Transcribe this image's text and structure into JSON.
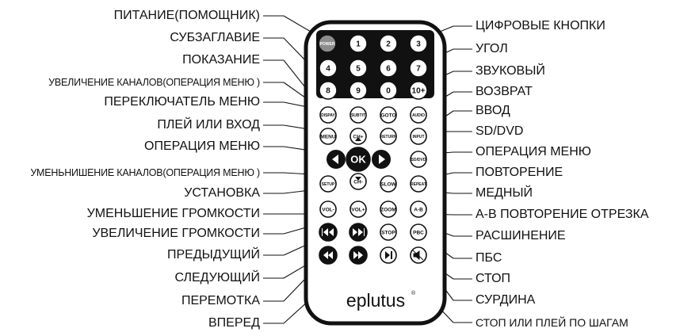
{
  "labels_left": [
    {
      "id": "power",
      "text": "ПИТАНИЕ(ПОМОЩНИК)"
    },
    {
      "id": "subtitle",
      "text": "СУБЗАГЛАВИЕ"
    },
    {
      "id": "display",
      "text": "ПОКАЗАНИЕ"
    },
    {
      "id": "ch-up",
      "text": "УВЕЛИЧЕНИЕ КАНАЛОВ(ОПЕРАЦИЯ МЕНЮ )"
    },
    {
      "id": "menu-switch",
      "text": "ПЕРЕКЛЮЧАТЕЛЬ МЕНЮ"
    },
    {
      "id": "play-enter",
      "text": "ПЛЕЙ ИЛИ ВХОД"
    },
    {
      "id": "menu-op-left",
      "text": "ОПЕРАЦИЯ МЕНЮ"
    },
    {
      "id": "ch-down",
      "text": "УМЕНЬНИШЕНИЕ КАНАЛОВ(ОПЕРАЦИЯ МЕНЮ )"
    },
    {
      "id": "setup",
      "text": "УСТАНОВКА"
    },
    {
      "id": "vol-down",
      "text": "УМЕНЬШЕНИЕ ГРОМКОСТИ"
    },
    {
      "id": "vol-up",
      "text": "УВЕЛИЧЕНИЕ ГРОМКОСТИ"
    },
    {
      "id": "prev",
      "text": "ПРЕДЫДУЩИЙ"
    },
    {
      "id": "next",
      "text": "СЛЕДУЮЩИЙ"
    },
    {
      "id": "rewind",
      "text": "ПЕРЕМОТКА"
    },
    {
      "id": "forward",
      "text": "ВПЕРЕД"
    }
  ],
  "labels_right": [
    {
      "id": "digits",
      "text": "ЦИФРОВЫЕ КНОПКИ"
    },
    {
      "id": "angle",
      "text": "УГОЛ"
    },
    {
      "id": "audio",
      "text": "ЗВУКОВЫЙ"
    },
    {
      "id": "goto",
      "text": "ВОЗВРАТ"
    },
    {
      "id": "input",
      "text": "ВВОД"
    },
    {
      "id": "sddvd",
      "text": "SD/DVD"
    },
    {
      "id": "menu-op-right",
      "text": "ОПЕРАЦИЯ МЕНЮ"
    },
    {
      "id": "repeat",
      "text": "ПОВТОРЕНИЕ"
    },
    {
      "id": "slow",
      "text": "МЕДНЫЙ"
    },
    {
      "id": "ab",
      "text": "A-B ПОВТОРЕНИЕ ОТРЕЗКА"
    },
    {
      "id": "zoom",
      "text": "РАСШИНЕНИЕ"
    },
    {
      "id": "pbc",
      "text": "ПБС"
    },
    {
      "id": "stop",
      "text": "СТОП"
    },
    {
      "id": "mute",
      "text": "СУРДИНА"
    },
    {
      "id": "step",
      "text": "СТОП ИЛИ ПЛЕЙ ПО ШАГАМ"
    }
  ],
  "remote": {
    "brand": "eplutus",
    "brand_mark": "®",
    "buttons": {
      "power": "POWER",
      "d1": "1",
      "d2": "2",
      "d3": "3",
      "d4": "4",
      "d5": "5",
      "d6": "6",
      "d7": "7",
      "d8": "8",
      "d9": "9",
      "d0": "0",
      "d10": "10+",
      "display": "DISPAY",
      "subtitle": "SUBTIT",
      "goto": "GOTO",
      "audio": "AUDIO",
      "menu": "MENU",
      "return": "RETURN",
      "input": "INPUT",
      "ch_up": "CH+",
      "ok": "OK",
      "ch_down": "CH-",
      "sddvd": "SD/DVD",
      "setup": "SETUP",
      "slow": "SLOW",
      "repeat": "REPEAT",
      "vol_down": "VOL-",
      "vol_up": "VOL+",
      "zoom": "ZOOM",
      "ab": "A-B",
      "stop": "STOP",
      "pbc": "PBC"
    }
  },
  "colors": {
    "line": "#111111",
    "button_fill": "#ffffff",
    "body_fill": "#ffffff",
    "keypad_fill": "#111111",
    "power_fill": "#8c8c8c"
  }
}
